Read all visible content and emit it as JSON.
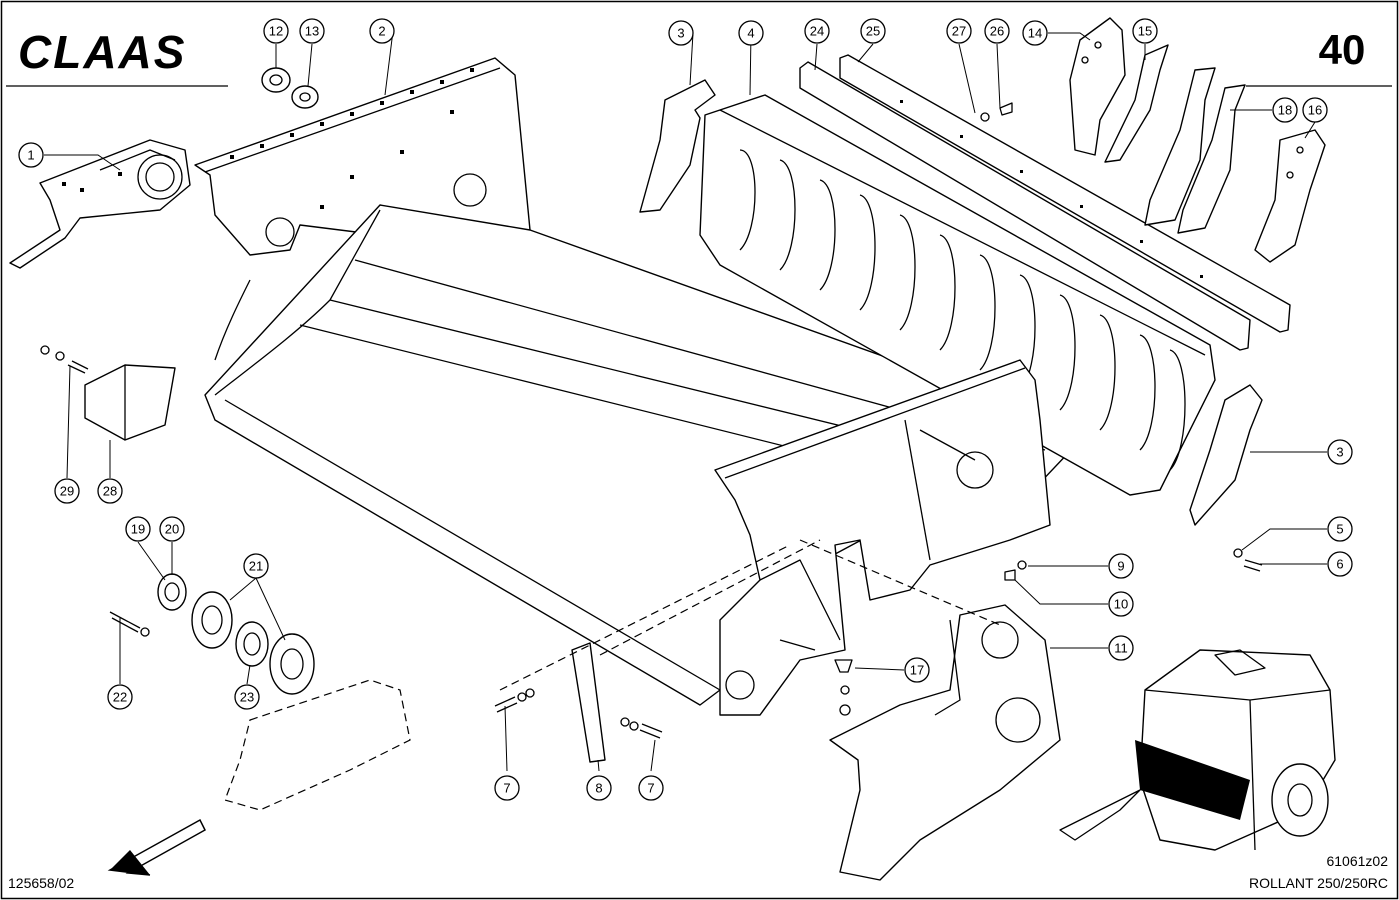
{
  "header": {
    "brand": "CLAAS",
    "page_number": "40"
  },
  "footer": {
    "drawing_id": "125658/02",
    "group_code": "61061z02",
    "model": "ROLLANT 250/250RC"
  },
  "callouts": [
    {
      "label": "1"
    },
    {
      "label": "2"
    },
    {
      "label": "3"
    },
    {
      "label": "3"
    },
    {
      "label": "4"
    },
    {
      "label": "5"
    },
    {
      "label": "6"
    },
    {
      "label": "7"
    },
    {
      "label": "7"
    },
    {
      "label": "8"
    },
    {
      "label": "9"
    },
    {
      "label": "10"
    },
    {
      "label": "11"
    },
    {
      "label": "12"
    },
    {
      "label": "13"
    },
    {
      "label": "14"
    },
    {
      "label": "15"
    },
    {
      "label": "16"
    },
    {
      "label": "17"
    },
    {
      "label": "18"
    },
    {
      "label": "19"
    },
    {
      "label": "20"
    },
    {
      "label": "21"
    },
    {
      "label": "22"
    },
    {
      "label": "23"
    },
    {
      "label": "24"
    },
    {
      "label": "25"
    },
    {
      "label": "26"
    },
    {
      "label": "27"
    },
    {
      "label": "28"
    },
    {
      "label": "29"
    }
  ]
}
